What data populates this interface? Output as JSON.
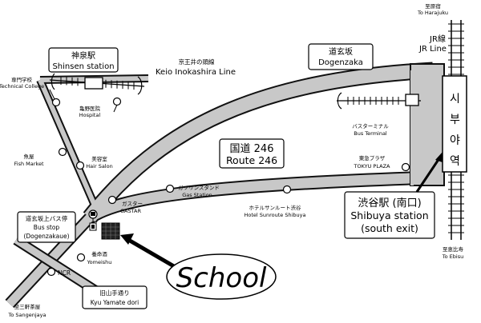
{
  "labels": {
    "to_harajuku_jp": "至原宿",
    "to_harajuku_en": "To Harajuku",
    "jr_jp": "JR線",
    "jr_en": "JR Line",
    "shinsen_jp": "神泉駅",
    "shinsen_en": "Shinsen station",
    "keio_jp": "京王井の頭線",
    "keio_en": "Keio Inokashira Line",
    "dogenzaka_jp": "道玄坂",
    "dogenzaka_en": "Dogenzaka",
    "tech_jp": "専門学校",
    "tech_en": "Technical College",
    "hospital_jp": "亀野医院",
    "hospital_en": "Hospital",
    "bus_terminal_jp": "バスターミナル",
    "bus_terminal_en": "Bus Terminal",
    "fish_jp": "魚屋",
    "fish_en": "Fish Market",
    "hair_jp": "美容室",
    "hair_en": "Hair Salon",
    "route_jp": "国道 246",
    "route_en": "Route 246",
    "tokyu_jp": "東急プラザ",
    "tokyu_en": "TOKYU PLAZA",
    "gas_jp": "ガソリンスタンド",
    "gas_en": "Gas Station",
    "gastar_jp": "ガスター",
    "gastar_en": "GASTAR",
    "hotel_jp": "ホテルサンルート渋谷",
    "hotel_en": "Hotel Sunroute Shibuya",
    "busstop_jp": "道玄坂上バス停",
    "busstop_en1": "Bus stop",
    "busstop_en2": "(Dogenzakaue)",
    "yomeishu_jp": "養命酒",
    "yomeishu_en": "Yomeishu",
    "ncr": "NCR",
    "kyu_jp": "旧山手通り",
    "kyu_en": "Kyu Yamate dori",
    "sangenjaya_jp": "至三軒茶屋",
    "sangenjaya_en": "To Sangenjaya",
    "shibuya_jp": "渋谷駅 (南口)",
    "shibuya_en1": "Shibuya station",
    "shibuya_en2": "(south exit)",
    "ebisu_jp": "至恵比寿",
    "ebisu_en": "To Ebisu",
    "school": "School",
    "shibuya_vertical": [
      "시",
      "부",
      "야",
      "역"
    ]
  }
}
